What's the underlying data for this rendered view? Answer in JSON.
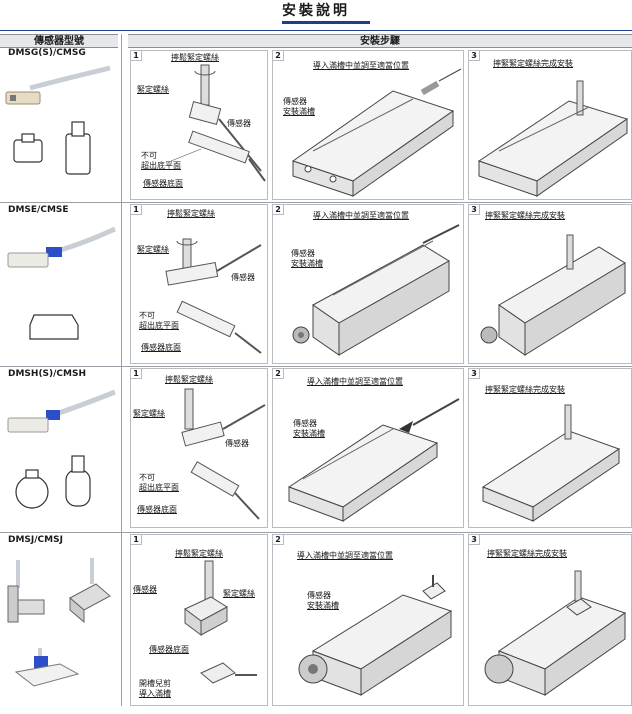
{
  "page": {
    "title": "安裝說明"
  },
  "headers": {
    "model": "傳感器型號",
    "steps": "安裝步驟"
  },
  "rows": [
    {
      "model": "DMSG(S)/CMSG",
      "steps": [
        {
          "num": "1",
          "captions": [
            "擰鬆緊定螺絲",
            "緊定螺絲",
            "傳感器",
            "不可",
            "超出底平面",
            "傳感器底面"
          ]
        },
        {
          "num": "2",
          "captions": [
            "導入滿槽中並調至適當位置",
            "傳感器",
            "安裝滿槽"
          ]
        },
        {
          "num": "3",
          "captions": [
            "擰緊緊定螺絲完成安裝"
          ]
        }
      ]
    },
    {
      "model": "DMSE/CMSE",
      "steps": [
        {
          "num": "1",
          "captions": [
            "擰鬆緊定螺絲",
            "緊定螺絲",
            "傳感器",
            "不可",
            "超出底平面",
            "傳感器底面"
          ]
        },
        {
          "num": "2",
          "captions": [
            "導入滿槽中並調至適當位置",
            "傳感器",
            "安裝滿槽"
          ]
        },
        {
          "num": "3",
          "captions": [
            "擰緊緊定螺絲完成安裝"
          ]
        }
      ]
    },
    {
      "model": "DMSH(S)/CMSH",
      "steps": [
        {
          "num": "1",
          "captions": [
            "擰鬆緊定螺絲",
            "緊定螺絲",
            "傳感器",
            "不可",
            "超出底平面",
            "傳感器底面"
          ]
        },
        {
          "num": "2",
          "captions": [
            "導入滿槽中並調至適當位置",
            "傳感器",
            "安裝滿槽"
          ]
        },
        {
          "num": "3",
          "captions": [
            "擰緊緊定螺絲完成安裝"
          ]
        }
      ]
    },
    {
      "model": "DMSJ/CMSJ",
      "steps": [
        {
          "num": "1",
          "captions": [
            "擰鬆緊定螺絲",
            "傳感器",
            "緊定螺絲",
            "傳感器底面",
            "開槽兒剪",
            "導入滿槽"
          ]
        },
        {
          "num": "2",
          "captions": [
            "導入滿槽中並調至適當位置",
            "傳感器",
            "安裝滿槽"
          ]
        },
        {
          "num": "3",
          "captions": [
            "擰緊緊定螺絲完成安裝"
          ]
        }
      ]
    }
  ]
}
